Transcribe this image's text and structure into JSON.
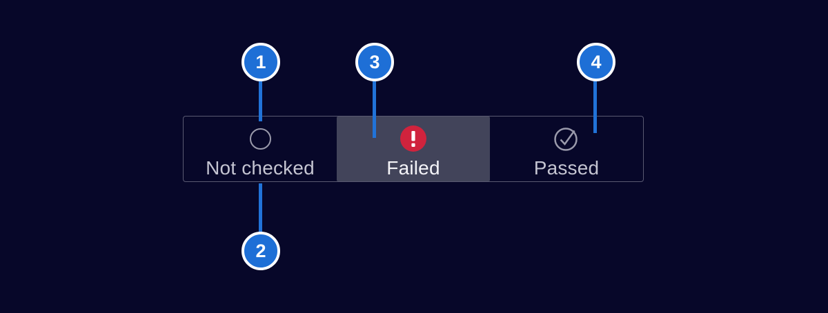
{
  "status_control": {
    "selected": "Failed",
    "options": [
      {
        "label": "Not checked",
        "icon": "circle-outline-icon",
        "state": "unselected"
      },
      {
        "label": "Failed",
        "icon": "alert-icon",
        "state": "selected"
      },
      {
        "label": "Passed",
        "icon": "check-circle-icon",
        "state": "unselected"
      }
    ]
  },
  "annotations": {
    "badges": [
      {
        "number": "1",
        "target": "not-checked-icon",
        "position": "above-control"
      },
      {
        "number": "2",
        "target": "not-checked-label",
        "position": "below-control"
      },
      {
        "number": "3",
        "target": "failed-segment",
        "position": "above-control"
      },
      {
        "number": "4",
        "target": "passed-icon",
        "position": "above-control"
      }
    ]
  },
  "colors": {
    "background": "#070729",
    "badge_blue": "#1e6fd6",
    "connector_blue": "#2173d8",
    "alert_red": "#d0233d",
    "selected_segment_bg": "#42445a",
    "control_border": "#5a5a72",
    "icon_gray": "#9a9aab",
    "label_gray": "#c4c4d1",
    "selected_label": "#f4f4f8"
  }
}
